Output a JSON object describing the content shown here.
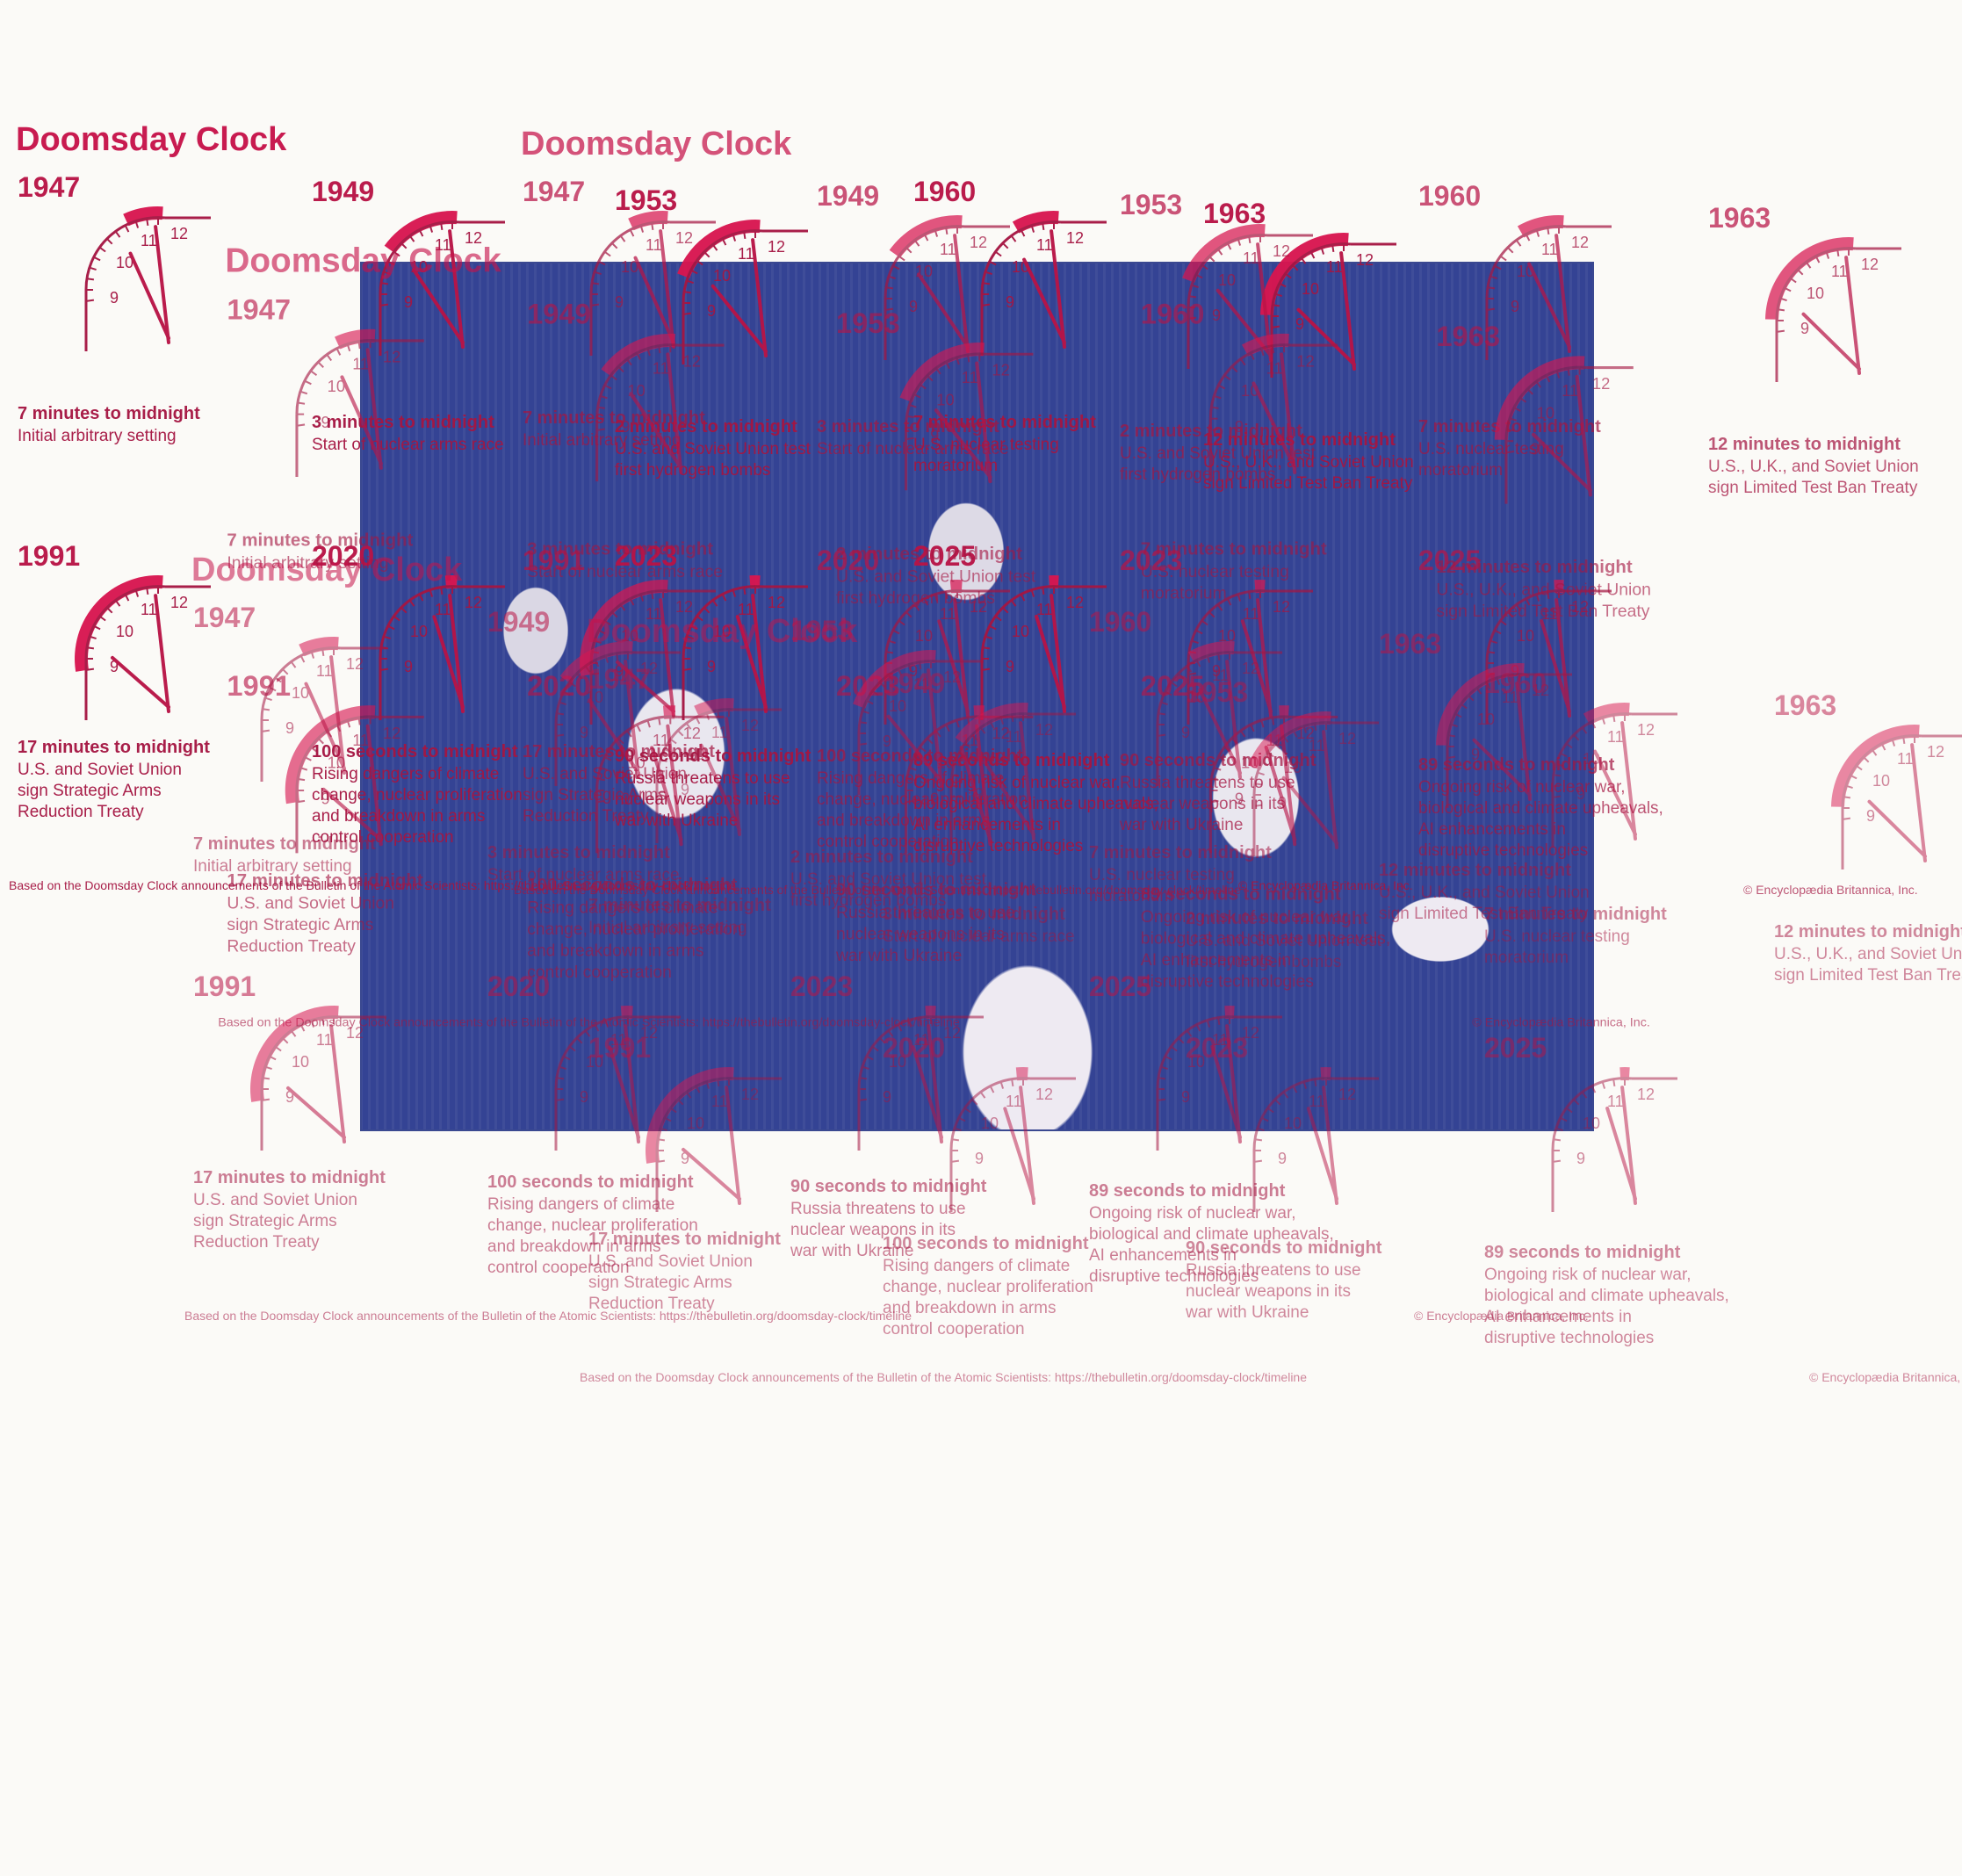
{
  "title": "Doomsday Clock",
  "colors": {
    "accent": "#c6124a",
    "ink": "#a51642",
    "photo": "#2a3a8f"
  },
  "footer": {
    "source": "Based on the Doomsday Clock announcements of the Bulletin of the Atomic Scientists: https://thebulletin.org/doomsday-clock/timeline",
    "credit": "© Encyclopædia Britannica, Inc."
  },
  "entries": [
    {
      "year": "1947",
      "headline": "7 minutes to midnight",
      "line1": "Initial arbitrary setting",
      "line2": "",
      "line3": "",
      "fraction": 0.25
    },
    {
      "year": "1949",
      "headline": "3 minutes to midnight",
      "line1": "Start of nuclear arms race",
      "line2": "",
      "line3": "",
      "fraction": 0.55
    },
    {
      "year": "1953",
      "headline": "2 minutes to midnight",
      "line1": "U.S. and Soviet Union test",
      "line2": "first hydrogen bombs",
      "line3": "",
      "fraction": 0.7
    },
    {
      "year": "1960",
      "headline": "7 minutes to midnight",
      "line1": "U.S. nuclear testing",
      "line2": "moratorium",
      "line3": "",
      "fraction": 0.3
    },
    {
      "year": "1963",
      "headline": "12 minutes to midnight",
      "line1": "U.S., U.K., and Soviet Union",
      "line2": "sign Limited Test Ban Treaty",
      "line3": "",
      "fraction": 0.9
    },
    {
      "year": "1991",
      "headline": "17 minutes to midnight",
      "line1": "U.S. and Soviet Union",
      "line2": "sign Strategic Arms",
      "line3": "Reduction Treaty",
      "fraction": 1.0
    },
    {
      "year": "2020",
      "headline": "100 seconds to midnight",
      "line1": "Rising dangers of climate",
      "line2": "change, nuclear proliferation",
      "line3": "and breakdown in arms",
      "line4": "control cooperation",
      "fraction": 0.05
    },
    {
      "year": "2023",
      "headline": "90 seconds to midnight",
      "line1": "Russia threatens to use",
      "line2": "nuclear weapons in its",
      "line3": "war with Ukraine",
      "fraction": 0.04
    },
    {
      "year": "2025",
      "headline": "89 seconds to midnight",
      "line1": "Ongoing risk of nuclear war,",
      "line2": "biological and climate upheavals,",
      "line3": "AI enhancements in",
      "line4": "disruptive technologies",
      "fraction": 0.035
    }
  ]
}
